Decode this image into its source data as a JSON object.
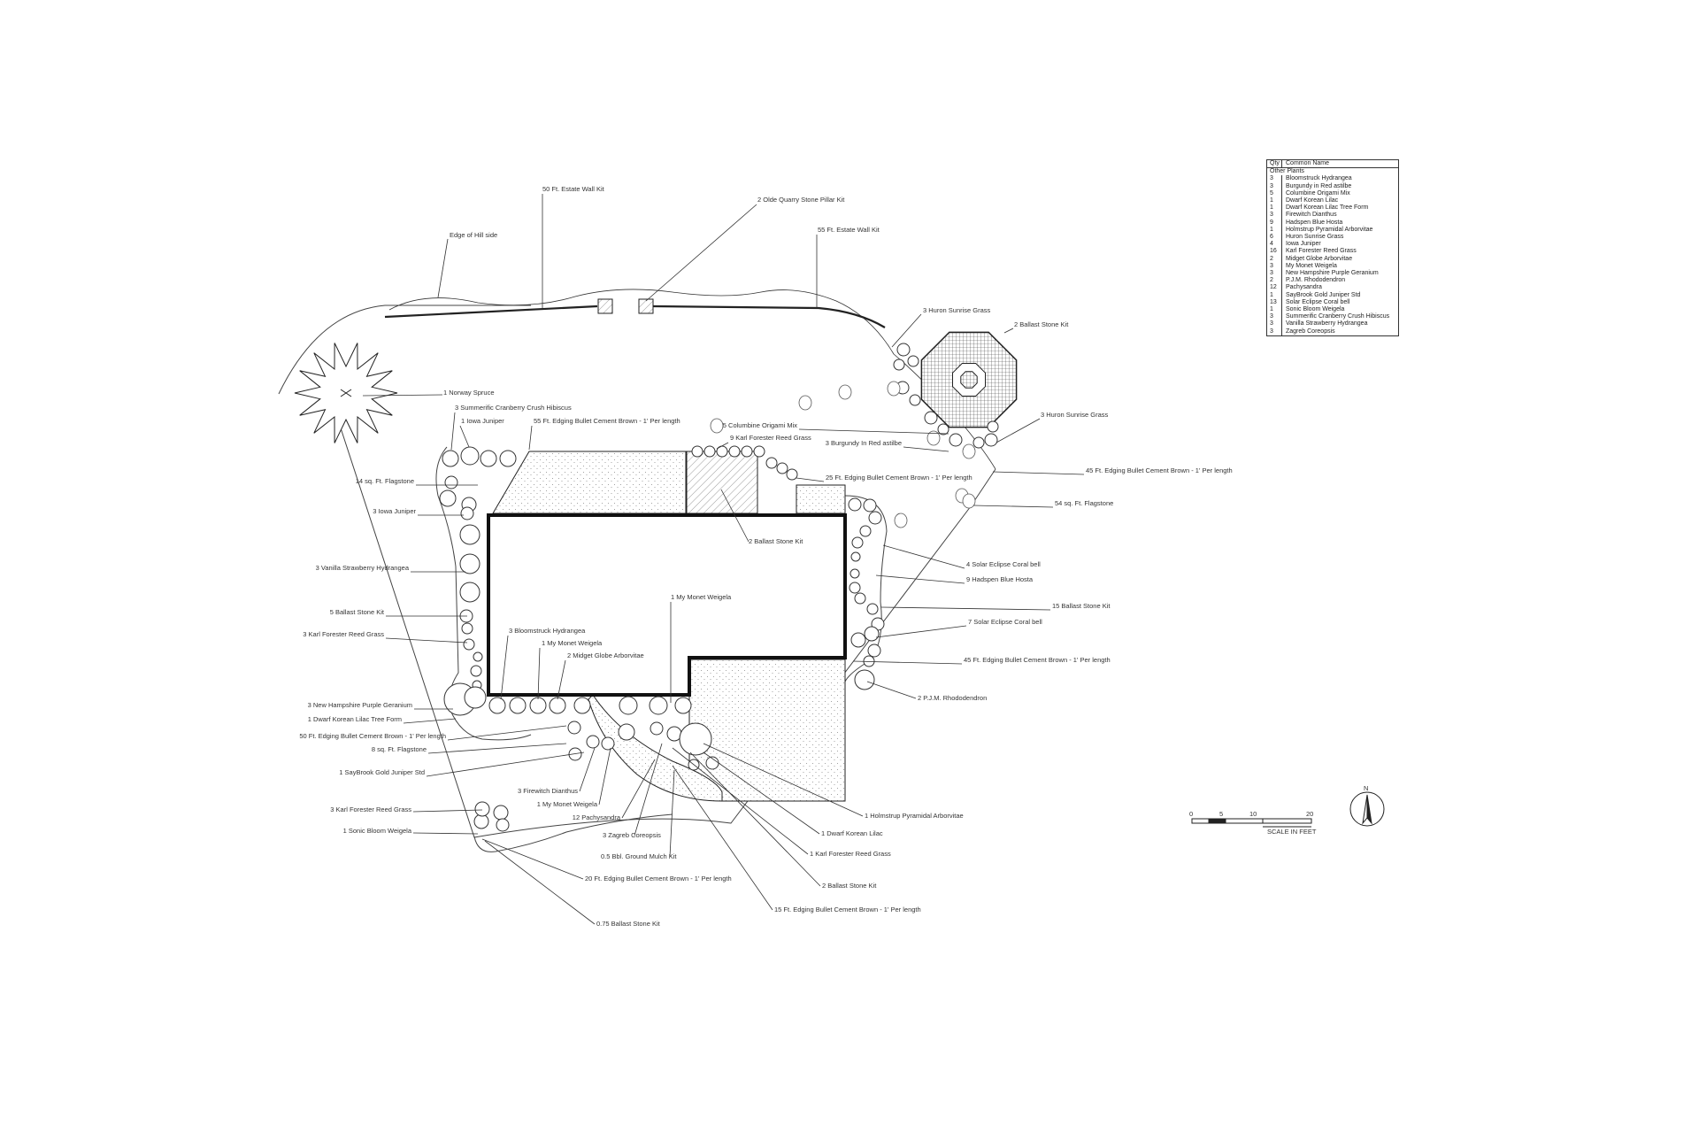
{
  "legend": {
    "header": {
      "qty": "Qty",
      "name": "Common Name"
    },
    "section": "Other Plants",
    "rows": [
      {
        "qty": "3",
        "name": "Bloomstruck Hydrangea"
      },
      {
        "qty": "3",
        "name": "Burgundy in Red astilbe"
      },
      {
        "qty": "5",
        "name": "Columbine Origami Mix"
      },
      {
        "qty": "1",
        "name": "Dwarf Korean Lilac"
      },
      {
        "qty": "1",
        "name": "Dwarf Korean Lilac Tree Form"
      },
      {
        "qty": "3",
        "name": "Firewitch Dianthus"
      },
      {
        "qty": "9",
        "name": "Hadspen Blue Hosta"
      },
      {
        "qty": "1",
        "name": "Holmstrup Pyramidal Arborvitae"
      },
      {
        "qty": "6",
        "name": "Huron Sunrise Grass"
      },
      {
        "qty": "4",
        "name": "Iowa Juniper"
      },
      {
        "qty": "16",
        "name": "Karl Forester Reed Grass"
      },
      {
        "qty": "2",
        "name": "Midget Globe Arborvitae"
      },
      {
        "qty": "3",
        "name": "My Monet Weigela"
      },
      {
        "qty": "3",
        "name": "New Hampshire Purple Geranium"
      },
      {
        "qty": "2",
        "name": "P.J.M. Rhododendron"
      },
      {
        "qty": "12",
        "name": "Pachysandra"
      },
      {
        "qty": "1",
        "name": "SayBrook Gold Juniper Std"
      },
      {
        "qty": "13",
        "name": "Solar Eclipse Coral bell"
      },
      {
        "qty": "1",
        "name": "Sonic Bloom Weigela"
      },
      {
        "qty": "3",
        "name": "Summerific Cranberry Crush Hibiscus"
      },
      {
        "qty": "3",
        "name": "Vanilla Strawberry Hydrangea"
      },
      {
        "qty": "3",
        "name": "Zagreb Coreopsis"
      }
    ]
  },
  "labels": {
    "estate_wall_50": "50 Ft. Estate Wall Kit",
    "pillar_kit": "2 Olde Quarry Stone Pillar Kit",
    "estate_wall_55": "55 Ft. Estate Wall Kit",
    "edge_of_hillside": "Edge of Hill side",
    "huron_top": "3 Huron Sunrise Grass",
    "ballast_2_top": "2 Ballast Stone Kit",
    "norway_spruce": "1 Norway Spruce",
    "hibiscus": "3 Summerific Cranberry Crush Hibiscus",
    "iowa_1": "1 Iowa Juniper",
    "edging_55": "55 Ft. Edging Bullet Cement Brown - 1' Per length",
    "columbine": "5 Columbine Origami Mix",
    "huron_right": "3 Huron Sunrise Grass",
    "karl_9": "9 Karl Forester Reed Grass",
    "astilbe": "3 Burgundy In Red astilbe",
    "flagstone_14": "14 sq. Ft. Flagstone",
    "edging_25": "25 Ft. Edging Bullet Cement Brown - 1' Per length",
    "edging_45_top": "45 Ft. Edging Bullet Cement Brown - 1' Per length",
    "iowa_3": "3 Iowa Juniper",
    "flagstone_54": "54 sq. Ft. Flagstone",
    "ballast_2_mid": "2 Ballast Stone Kit",
    "coral_4": "4 Solar Eclipse Coral bell",
    "vanilla": "3 Vanilla Strawberry Hydrangea",
    "hosta": "9 Hadspen Blue Hosta",
    "monet_1_mid": "1 My Monet Weigela",
    "ballast_15": "15 Ballast Stone Kit",
    "ballast_5": "5 Ballast Stone Kit",
    "coral_7": "7 Solar Eclipse Coral bell",
    "karl_3_left": "3 Karl Forester Reed Grass",
    "bloomstruck": "3 Bloomstruck Hydrangea",
    "monet_1_b": "1 My Monet Weigela",
    "midget": "2 Midget Globe Arborvitae",
    "edging_45_right": "45 Ft. Edging Bullet Cement Brown - 1' Per length",
    "geranium": "3 New Hampshire Purple Geranium",
    "pjm": "2 P.J.M. Rhododendron",
    "lilac_tree": "1 Dwarf Korean Lilac Tree Form",
    "edging_50": "50 Ft. Edging Bullet Cement Brown - 1' Per length",
    "flagstone_8": "8 sq. Ft. Flagstone",
    "saybrook": "1 SayBrook Gold Juniper Std",
    "firewitch": "3 Firewitch Dianthus",
    "holmstrup": "1 Holmstrup Pyramidal Arborvitae",
    "monet_1_c": "1 My Monet Weigela",
    "karl_3_low": "3 Karl Forester Reed Grass",
    "pachysandra": "12 Pachysandra",
    "dwarf_lilac": "1 Dwarf Korean Lilac",
    "sonic": "1 Sonic Bloom Weigela",
    "zagreb": "3 Zagreb Coreopsis",
    "karl_1": "1 Karl Forester Reed Grass",
    "mulch": "0.5 Bbl. Ground Mulch Kit",
    "edging_20": "20 Ft. Edging Bullet Cement Brown - 1' Per length",
    "ballast_2_low": "2 Ballast Stone Kit",
    "edging_15": "15 Ft. Edging Bullet Cement Brown - 1' Per length",
    "ballast_075": "0.75 Ballast Stone Kit"
  },
  "scale": {
    "ticks": [
      "0",
      "5",
      "10",
      "20"
    ],
    "caption": "SCALE IN FEET",
    "north": "N"
  }
}
